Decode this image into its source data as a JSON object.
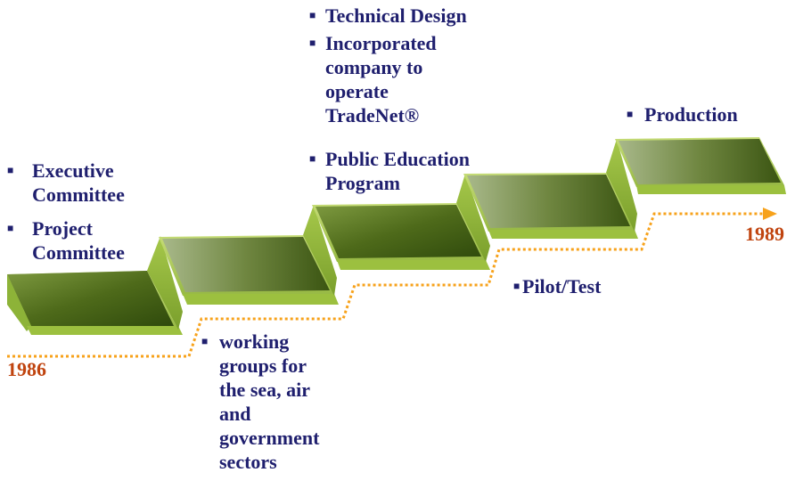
{
  "milestones": [
    {
      "lines": [
        "Executive",
        "Committee"
      ],
      "bulleted": true
    },
    {
      "lines": [
        "Project",
        "Committee"
      ],
      "bulleted": true
    },
    {
      "lines": [
        "working",
        "groups for",
        "the sea, air",
        "and",
        "government",
        "sectors"
      ],
      "bulleted": true
    },
    {
      "lines": [
        "Technical Design"
      ],
      "bulleted": true
    },
    {
      "lines": [
        "Incorporated",
        "company to",
        "operate",
        "TradeNet®"
      ],
      "bulleted": true
    },
    {
      "lines": [
        "Public Education",
        "Program"
      ],
      "bulleted": true
    },
    {
      "lines": [
        "Pilot/Test"
      ],
      "bulleted": true
    },
    {
      "lines": [
        "Production"
      ],
      "bulleted": true
    }
  ],
  "timeline": {
    "start_year": "1986",
    "end_year": "1989"
  },
  "colors": {
    "step_green_light": "#b4cd62",
    "step_green_dark": "#5a7a1e",
    "step_riser": "#8fb33a",
    "text": "#1f1f6e",
    "timeline_orange": "#f7a21b",
    "year_red": "#c0440f"
  }
}
